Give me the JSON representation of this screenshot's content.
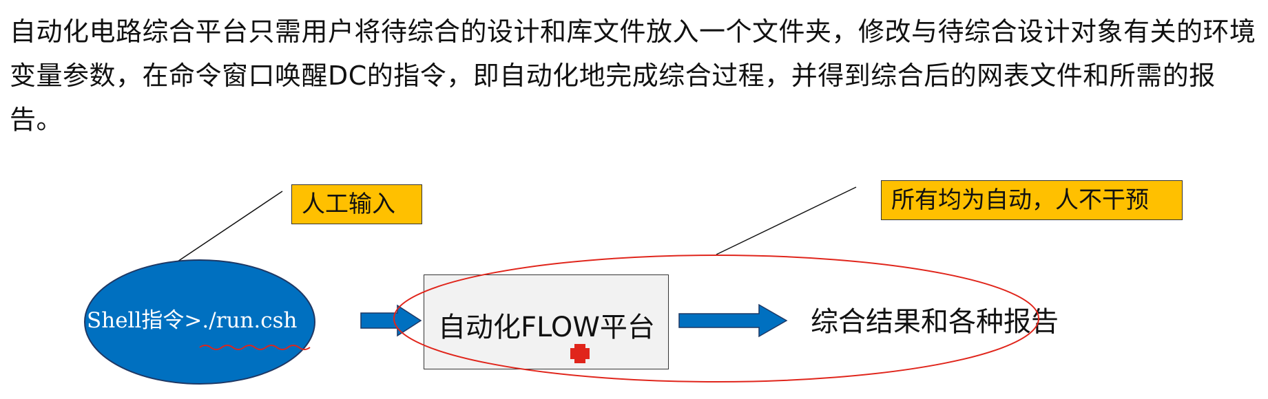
{
  "description_text": "自动化电路综合平台只需用户将待综合的设计和库文件放入一个文件夹，修改与待综合设计对象有关的环境变量参数，在命令窗口唤醒DC的指令，即自动化地完成综合过程，并得到综合后的网表文件和所需的报告。",
  "callouts": {
    "manual_input": "人工输入",
    "all_automatic": "所有均为自动，人不干预"
  },
  "flow": {
    "shell_command": "Shell指令>./run.csh",
    "platform": "自动化FLOW平台",
    "output": "综合结果和各种报告"
  },
  "colors": {
    "ellipse_fill": "#0070c0",
    "arrow_fill": "#0070c0",
    "callout_fill": "#ffc000",
    "highlight_ring": "#e0251b",
    "platform_fill": "#f2f2f2"
  }
}
